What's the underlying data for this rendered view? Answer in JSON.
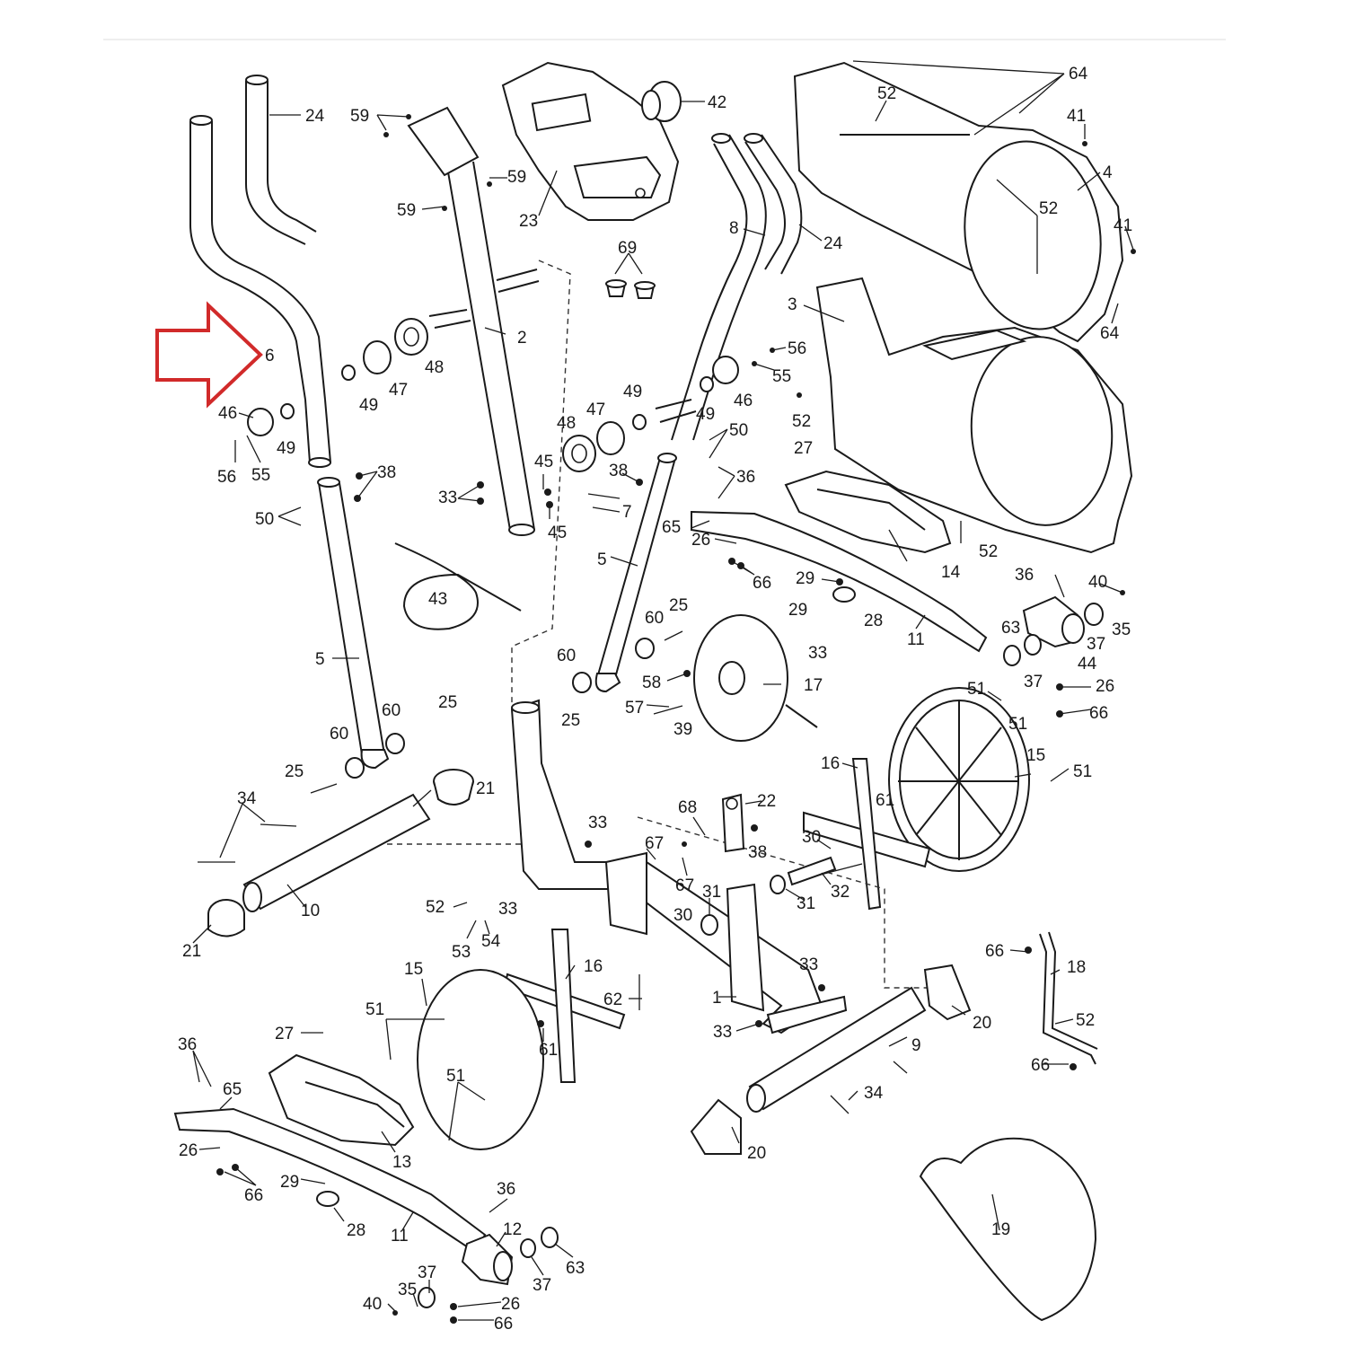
{
  "highlight": {
    "part": "6",
    "color": "#d12a2a"
  },
  "labels": [
    {
      "id": "l24a",
      "text": "24"
    },
    {
      "id": "l59a",
      "text": "59"
    },
    {
      "id": "l59b",
      "text": "59"
    },
    {
      "id": "l59c",
      "text": "59"
    },
    {
      "id": "l23",
      "text": "23"
    },
    {
      "id": "l42",
      "text": "42"
    },
    {
      "id": "l64a",
      "text": "64"
    },
    {
      "id": "l52a",
      "text": "52"
    },
    {
      "id": "l41a",
      "text": "41"
    },
    {
      "id": "l4",
      "text": "4"
    },
    {
      "id": "l52b",
      "text": "52"
    },
    {
      "id": "l41b",
      "text": "41"
    },
    {
      "id": "l64b",
      "text": "64"
    },
    {
      "id": "l8",
      "text": "8"
    },
    {
      "id": "l24b",
      "text": "24"
    },
    {
      "id": "l69",
      "text": "69"
    },
    {
      "id": "l3",
      "text": "3"
    },
    {
      "id": "l2",
      "text": "2"
    },
    {
      "id": "l6",
      "text": "6"
    },
    {
      "id": "l47a",
      "text": "47"
    },
    {
      "id": "l48a",
      "text": "48"
    },
    {
      "id": "l49a",
      "text": "49"
    },
    {
      "id": "l46a",
      "text": "46"
    },
    {
      "id": "l49b",
      "text": "49"
    },
    {
      "id": "l56a",
      "text": "56"
    },
    {
      "id": "l55a",
      "text": "55"
    },
    {
      "id": "l38a",
      "text": "38"
    },
    {
      "id": "l50a",
      "text": "50"
    },
    {
      "id": "l56b",
      "text": "56"
    },
    {
      "id": "l55b",
      "text": "55"
    },
    {
      "id": "l46b",
      "text": "46"
    },
    {
      "id": "l49c",
      "text": "49"
    },
    {
      "id": "l47b",
      "text": "47"
    },
    {
      "id": "l49d",
      "text": "49"
    },
    {
      "id": "l48b",
      "text": "48"
    },
    {
      "id": "l52c",
      "text": "52"
    },
    {
      "id": "l50b",
      "text": "50"
    },
    {
      "id": "l27a",
      "text": "27"
    },
    {
      "id": "l36a",
      "text": "36"
    },
    {
      "id": "l38b",
      "text": "38"
    },
    {
      "id": "l45a",
      "text": "45"
    },
    {
      "id": "l33a",
      "text": "33"
    },
    {
      "id": "l7",
      "text": "7"
    },
    {
      "id": "l45b",
      "text": "45"
    },
    {
      "id": "l65a",
      "text": "65"
    },
    {
      "id": "l26a",
      "text": "26"
    },
    {
      "id": "l66a",
      "text": "66"
    },
    {
      "id": "l14",
      "text": "14"
    },
    {
      "id": "l52d",
      "text": "52"
    },
    {
      "id": "l5a",
      "text": "5"
    },
    {
      "id": "l29a",
      "text": "29"
    },
    {
      "id": "l28a",
      "text": "28"
    },
    {
      "id": "l36b",
      "text": "36"
    },
    {
      "id": "l40a",
      "text": "40"
    },
    {
      "id": "l35a",
      "text": "35"
    },
    {
      "id": "l37a",
      "text": "37"
    },
    {
      "id": "l63a",
      "text": "63"
    },
    {
      "id": "l44",
      "text": "44"
    },
    {
      "id": "l37b",
      "text": "37"
    },
    {
      "id": "l26b",
      "text": "26"
    },
    {
      "id": "l66b",
      "text": "66"
    },
    {
      "id": "l11a",
      "text": "11"
    },
    {
      "id": "l43",
      "text": "43"
    },
    {
      "id": "l25a",
      "text": "25"
    },
    {
      "id": "l60a",
      "text": "60"
    },
    {
      "id": "l29b",
      "text": "29"
    },
    {
      "id": "l33b",
      "text": "33"
    },
    {
      "id": "l60b",
      "text": "60"
    },
    {
      "id": "l58",
      "text": "58"
    },
    {
      "id": "l17",
      "text": "17"
    },
    {
      "id": "l25b",
      "text": "25"
    },
    {
      "id": "l57",
      "text": "57"
    },
    {
      "id": "l39",
      "text": "39"
    },
    {
      "id": "l51a",
      "text": "51"
    },
    {
      "id": "l51b",
      "text": "51"
    },
    {
      "id": "l15a",
      "text": "15"
    },
    {
      "id": "l16a",
      "text": "16"
    },
    {
      "id": "l51c",
      "text": "51"
    },
    {
      "id": "l5b",
      "text": "5"
    },
    {
      "id": "l60c",
      "text": "60"
    },
    {
      "id": "l25c",
      "text": "25"
    },
    {
      "id": "l60d",
      "text": "60"
    },
    {
      "id": "l25d",
      "text": "25"
    },
    {
      "id": "l21a",
      "text": "21"
    },
    {
      "id": "l34a",
      "text": "34"
    },
    {
      "id": "l33c",
      "text": "33"
    },
    {
      "id": "l68",
      "text": "68"
    },
    {
      "id": "l22",
      "text": "22"
    },
    {
      "id": "l38c",
      "text": "38"
    },
    {
      "id": "l61a",
      "text": "61"
    },
    {
      "id": "l67a",
      "text": "67"
    },
    {
      "id": "l67b",
      "text": "67"
    },
    {
      "id": "l30a",
      "text": "30"
    },
    {
      "id": "l32",
      "text": "32"
    },
    {
      "id": "l31a",
      "text": "31"
    },
    {
      "id": "l31b",
      "text": "31"
    },
    {
      "id": "l10",
      "text": "10"
    },
    {
      "id": "l21b",
      "text": "21"
    },
    {
      "id": "l52e",
      "text": "52"
    },
    {
      "id": "l33d",
      "text": "33"
    },
    {
      "id": "l54",
      "text": "54"
    },
    {
      "id": "l53",
      "text": "53"
    },
    {
      "id": "l30b",
      "text": "30"
    },
    {
      "id": "l66c",
      "text": "66"
    },
    {
      "id": "l18",
      "text": "18"
    },
    {
      "id": "l15b",
      "text": "15"
    },
    {
      "id": "l16b",
      "text": "16"
    },
    {
      "id": "l1",
      "text": "1"
    },
    {
      "id": "l33e",
      "text": "33"
    },
    {
      "id": "l20a",
      "text": "20"
    },
    {
      "id": "l62",
      "text": "62"
    },
    {
      "id": "l52f",
      "text": "52"
    },
    {
      "id": "l51d",
      "text": "51"
    },
    {
      "id": "l27b",
      "text": "27"
    },
    {
      "id": "l33f",
      "text": "33"
    },
    {
      "id": "l9",
      "text": "9"
    },
    {
      "id": "l36c",
      "text": "36"
    },
    {
      "id": "l61b",
      "text": "61"
    },
    {
      "id": "l66d",
      "text": "66"
    },
    {
      "id": "l65b",
      "text": "65"
    },
    {
      "id": "l51e",
      "text": "51"
    },
    {
      "id": "l34b",
      "text": "34"
    },
    {
      "id": "l26c",
      "text": "26"
    },
    {
      "id": "l13",
      "text": "13"
    },
    {
      "id": "l20b",
      "text": "20"
    },
    {
      "id": "l66e",
      "text": "66"
    },
    {
      "id": "l29c",
      "text": "29"
    },
    {
      "id": "l19",
      "text": "19"
    },
    {
      "id": "l36d",
      "text": "36"
    },
    {
      "id": "l28b",
      "text": "28"
    },
    {
      "id": "l12",
      "text": "12"
    },
    {
      "id": "l11b",
      "text": "11"
    },
    {
      "id": "l63b",
      "text": "63"
    },
    {
      "id": "l37c",
      "text": "37"
    },
    {
      "id": "l37d",
      "text": "37"
    },
    {
      "id": "l40b",
      "text": "40"
    },
    {
      "id": "l35b",
      "text": "35"
    },
    {
      "id": "l26d",
      "text": "26"
    },
    {
      "id": "l66f",
      "text": "66"
    }
  ]
}
